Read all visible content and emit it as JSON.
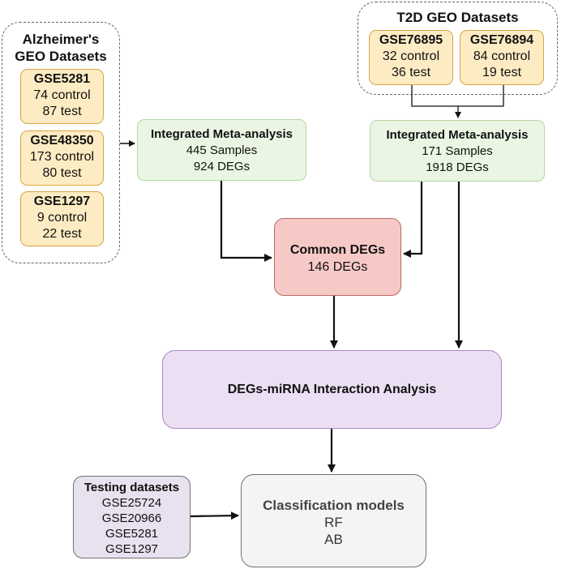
{
  "alzheimers": {
    "title_line1": "Alzheimer's",
    "title_line2": "GEO Datasets",
    "datasets": [
      {
        "accession": "GSE5281",
        "control": "74 control",
        "test": "87 test"
      },
      {
        "accession": "GSE48350",
        "control": "173 control",
        "test": "80 test"
      },
      {
        "accession": "GSE1297",
        "control": "9 control",
        "test": "22 test"
      }
    ]
  },
  "t2d": {
    "title": "T2D GEO Datasets",
    "datasets": [
      {
        "accession": "GSE76895",
        "control": "32 control",
        "test": "36 test"
      },
      {
        "accession": "GSE76894",
        "control": "84 control",
        "test": "19 test"
      }
    ]
  },
  "meta_ad": {
    "title": "Integrated Meta-analysis",
    "samples": "445 Samples",
    "degs": "924 DEGs"
  },
  "meta_t2d": {
    "title": "Integrated Meta-analysis",
    "samples": "171 Samples",
    "degs": "1918 DEGs"
  },
  "common": {
    "title": "Common DEGs",
    "count": "146 DEGs"
  },
  "mirna": {
    "title": "DEGs-miRNA Interaction Analysis"
  },
  "testing": {
    "title": "Testing datasets",
    "items": [
      "GSE25724",
      "GSE20966",
      "GSE5281",
      "GSE1297"
    ]
  },
  "classification": {
    "title": "Classification models",
    "models": [
      "RF",
      "AB"
    ]
  },
  "colors": {
    "geo_fill": "#fdecc3",
    "meta_fill": "#eaf6e3",
    "common_fill": "#f6c9c6",
    "mirna_fill": "#ecdff4",
    "testing_fill": "#e8e1ef",
    "classification_fill": "#f4f4f4"
  }
}
